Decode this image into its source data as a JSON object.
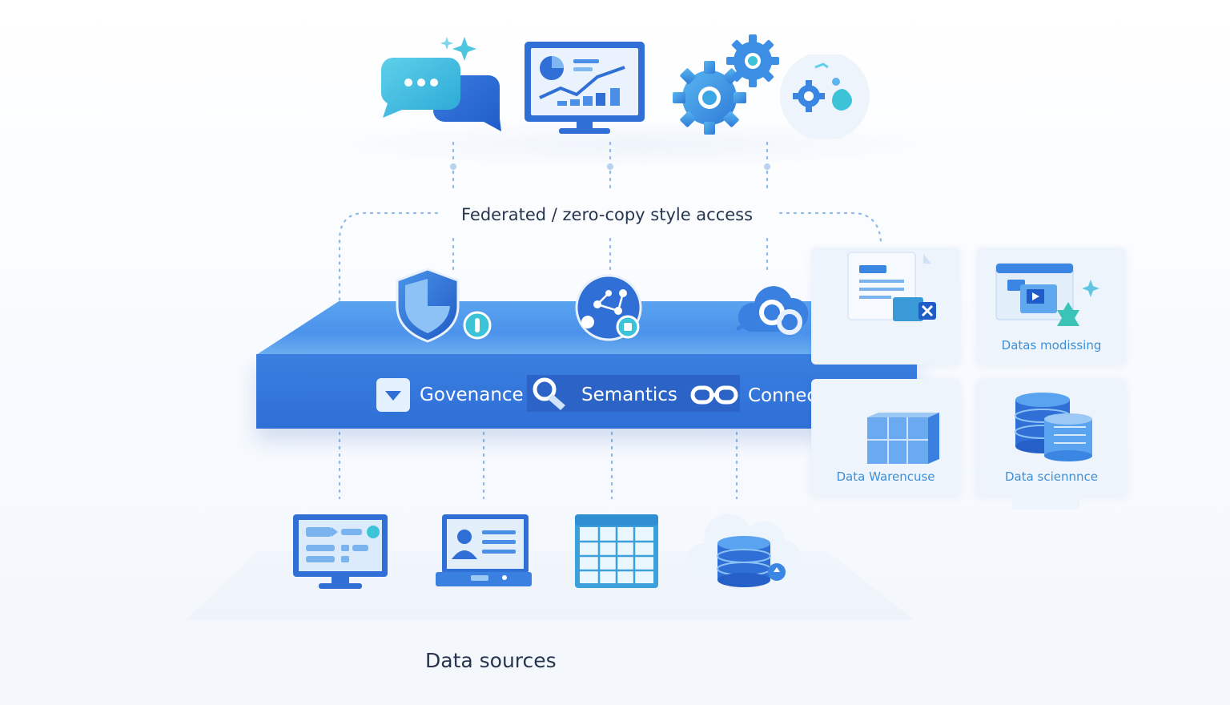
{
  "top_layer": {
    "access_label": "Federated / zero-copy style access",
    "icons": [
      "chat-bubbles-icon",
      "analytics-monitor-icon",
      "gears-icon",
      "ai-workflow-icon"
    ]
  },
  "platform": {
    "pillars": [
      {
        "label": "Govenance",
        "icon": "governance-icon"
      },
      {
        "label": "Semantics",
        "icon": "semantics-icon"
      },
      {
        "label": "Connectivity",
        "icon": "connectivity-icon"
      }
    ],
    "top_icons": [
      "shield-icon",
      "network-globe-icon",
      "cloud-link-icon"
    ]
  },
  "side_cards": [
    {
      "label": "",
      "icon": "document-export-icon"
    },
    {
      "label": "Datas modissing",
      "icon": "data-modeling-icon"
    },
    {
      "label": "Data Warencuse",
      "icon": "warehouse-icon"
    },
    {
      "label": "Data sciennnce",
      "icon": "database-stack-icon"
    }
  ],
  "sources": {
    "label": "Data sources",
    "icons": [
      "dashboard-monitor-icon",
      "profile-laptop-icon",
      "spreadsheet-icon",
      "cloud-database-icon"
    ]
  },
  "colors": {
    "primary_blue": "#2f6fd6",
    "light_blue": "#5aa3f0",
    "teal": "#3cc3d8",
    "label_blue": "#3f8fd6",
    "text_dark": "#27364f"
  }
}
